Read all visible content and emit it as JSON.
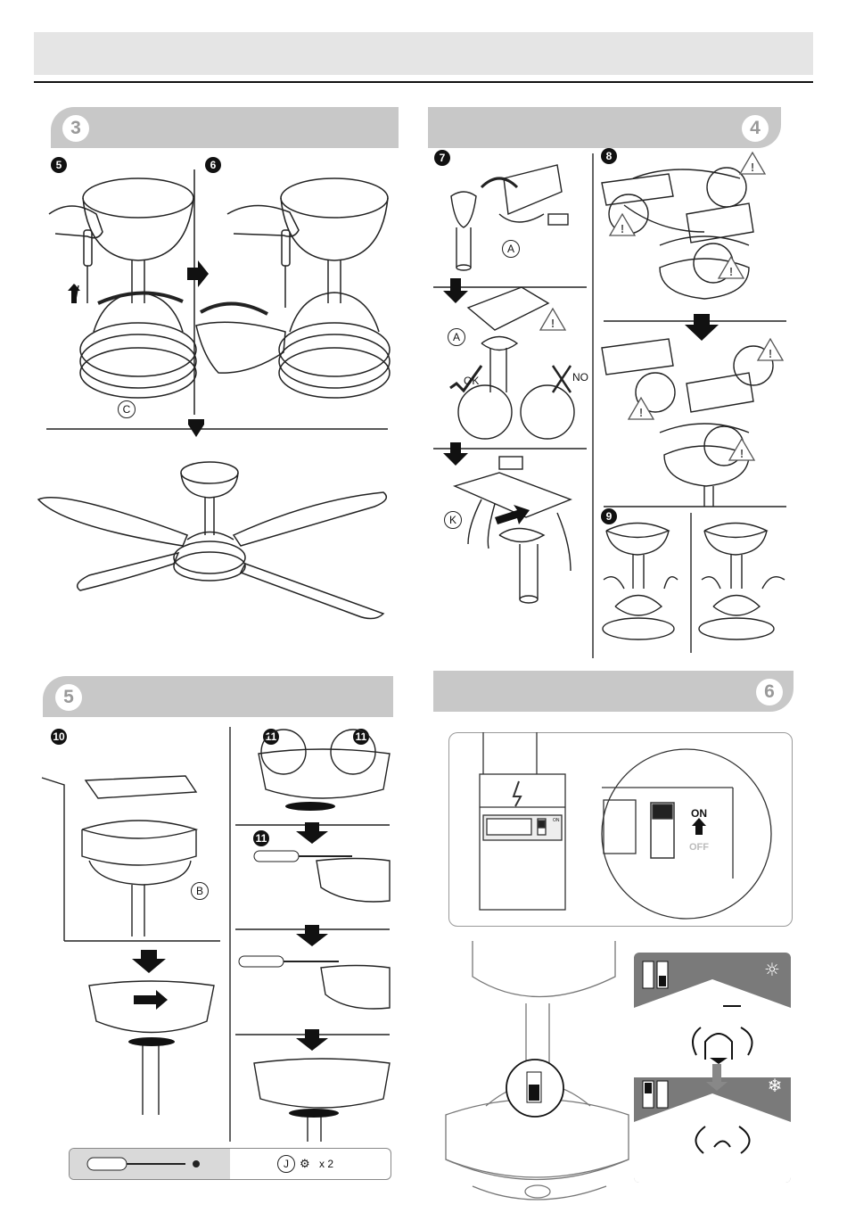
{
  "page": {
    "header_text": ""
  },
  "sections": [
    {
      "number": "3",
      "steps": [
        "5",
        "6"
      ],
      "labels": [
        "C"
      ]
    },
    {
      "number": "4",
      "steps": [
        "7",
        "8",
        "9"
      ],
      "labels": [
        "A",
        "A",
        "K"
      ],
      "ok_text": "OK",
      "no_text": "NO"
    },
    {
      "number": "5",
      "steps": [
        "10",
        "11",
        "11",
        "11"
      ],
      "labels": [
        "B"
      ]
    },
    {
      "number": "6",
      "switch": {
        "on_text": "ON",
        "off_text": "OFF",
        "small_on": "ON"
      }
    }
  ],
  "tools": {
    "part_label": "J",
    "quantity": "x 2"
  },
  "colors": {
    "header_bar": "#e5e5e5",
    "section_header": "#c8c8c8",
    "panel_gray": "#7a7a7a"
  }
}
